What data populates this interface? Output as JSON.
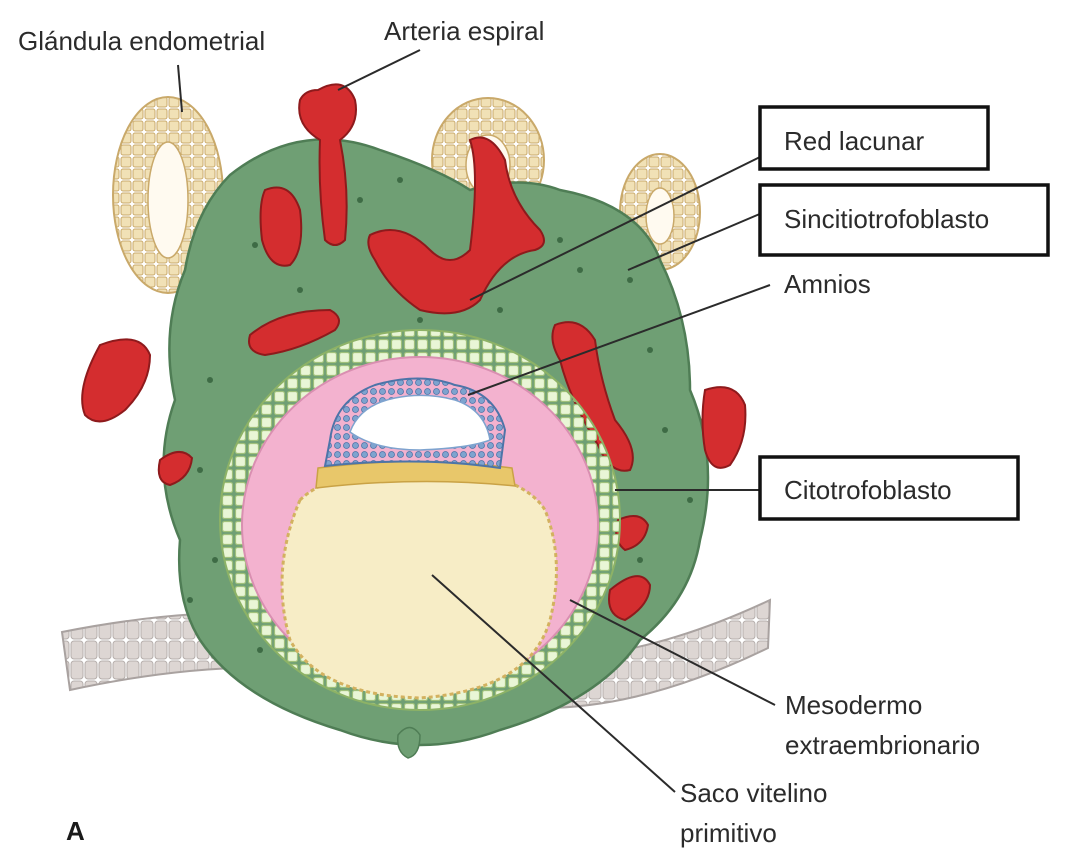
{
  "labels": {
    "gland": "Glándula endometrial",
    "artery": "Arteria espiral",
    "lacunar": "Red lacunar",
    "syncytio": "Sincitiotrofoblasto",
    "amnion": "Amnios",
    "cyto": "Citotrofoblasto",
    "mesoderm_line1": "Mesodermo",
    "mesoderm_line2": "extraembrionario",
    "yolk_line1": "Saco vitelino",
    "yolk_line2": "primitivo",
    "panel": "A"
  },
  "colors": {
    "syncytiotrophoblast": "#6f9f74",
    "blood": "#d42d2f",
    "gland": "#ead7a8",
    "cytotrophoblast": "#c9e6a6",
    "mesoderm": "#f3b2cf",
    "yolk_sac": "#f7edc6",
    "amnion": "#6f96c6",
    "epithelium": "#d6cfcc"
  }
}
